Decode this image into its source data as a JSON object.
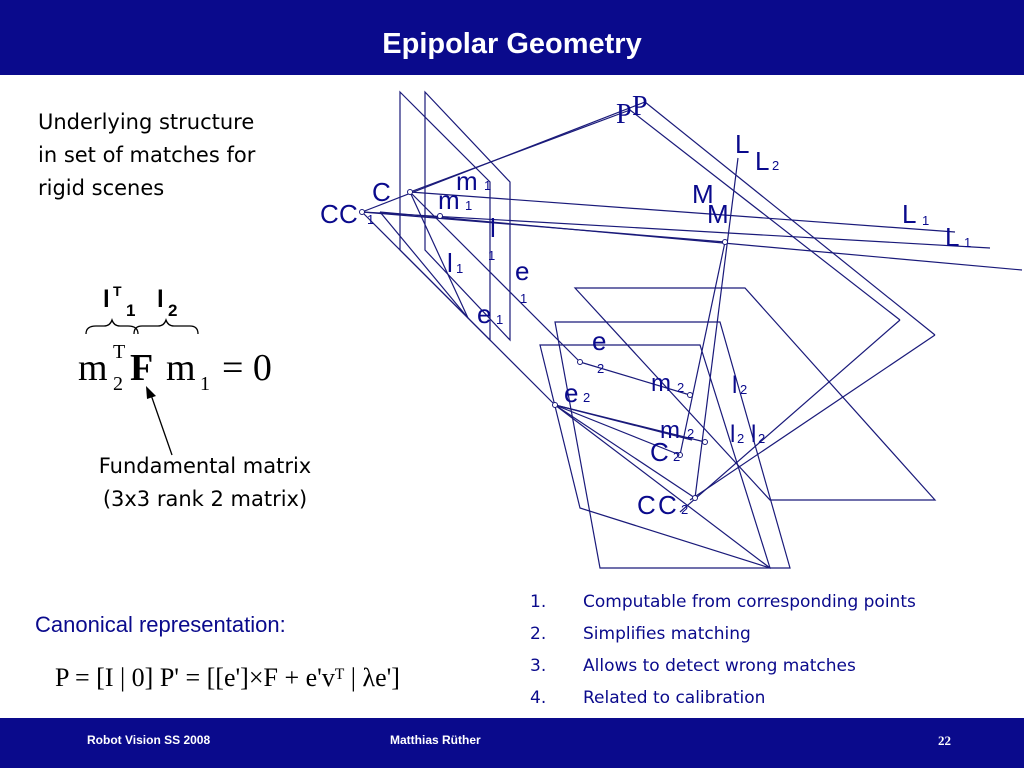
{
  "slide": {
    "title": "Epipolar Geometry",
    "intro": [
      "Underlying structure",
      "in set of matches for",
      "rigid scenes"
    ],
    "equation": {
      "brace_left_l": "l",
      "brace_left_sup": "T",
      "brace_left_sub": "1",
      "brace_right": "l",
      "brace_right_sub": "2",
      "m_left": "m",
      "m_left_sub": "2",
      "m_left_sup": "T",
      "F": "F",
      "m_right": "m",
      "m_right_sub": "1",
      "rhs": "= 0"
    },
    "fundamental": [
      "Fundamental matrix",
      "(3x3 rank 2 matrix)"
    ],
    "canonical_label": "Canonical representation:",
    "canonical_formula": "P = [I | 0]   P' = [[e']×F + e'vᵀ | λe']",
    "list": [
      {
        "num": "1.",
        "text": "Computable from corresponding points"
      },
      {
        "num": "2.",
        "text": "Simplifies matching"
      },
      {
        "num": "3.",
        "text": "Allows to detect wrong matches"
      },
      {
        "num": "4.",
        "text": "Related to calibration"
      }
    ]
  },
  "diagram": {
    "P": "P",
    "C": "C",
    "C_sub": "1",
    "m": "m",
    "m_sub": "1",
    "l": "l",
    "l_sub": "1",
    "e": "e",
    "e_sub": "1",
    "M": "M",
    "L": "L",
    "L_sub1": "1",
    "L_sub2": "2",
    "C2_sub": "2",
    "m2_sub": "2",
    "l2_sub": "2",
    "e2_sub": "2"
  },
  "footer": {
    "left": "Robot Vision SS 2008",
    "center": "Matthias Rüther",
    "page": "22"
  },
  "colors": {
    "header": "#0a0a8c",
    "diagram_line": "#1a1a7a",
    "list_text": "#0a0a8c"
  }
}
